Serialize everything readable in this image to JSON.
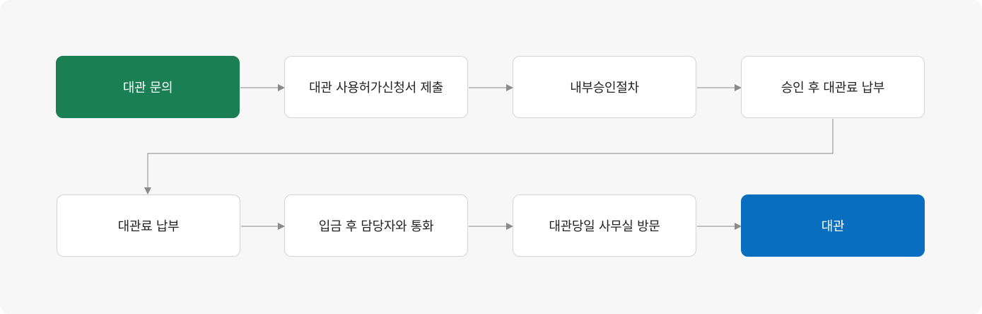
{
  "colors": {
    "start_box": "#1a7f52",
    "end_box": "#0a6ec0",
    "connector": "#8a8a8a",
    "background": "#f7f7f7"
  },
  "flow": {
    "steps": [
      {
        "label": "대관 문의",
        "style": "green"
      },
      {
        "label": "대관 사용허가신청서 제출",
        "style": "default"
      },
      {
        "label": "내부승인절차",
        "style": "default"
      },
      {
        "label": "승인 후 대관료 납부",
        "style": "default"
      },
      {
        "label": "대관료 납부",
        "style": "default"
      },
      {
        "label": "입금 후 담당자와 통화",
        "style": "default"
      },
      {
        "label": "대관당일 사무실 방문",
        "style": "default"
      },
      {
        "label": "대관",
        "style": "blue"
      }
    ]
  }
}
